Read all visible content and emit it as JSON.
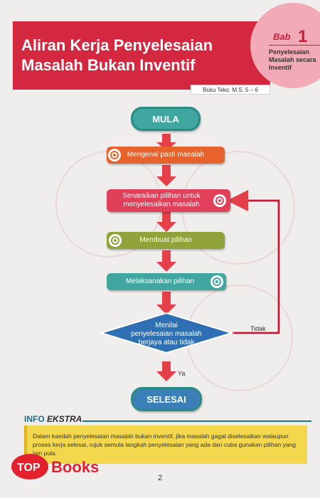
{
  "header": {
    "title_line1": "Aliran Kerja Penyelesaian",
    "title_line2": "Masalah Bukan Inventif",
    "bab_label": "Bab",
    "bab_number": "1",
    "bab_subtitle_line1": "Penyelesaian",
    "bab_subtitle_line2": "Masalah secara",
    "bab_subtitle_line3": "Inventif",
    "book_ref": "Buku Teks: M.S. 5 – 6"
  },
  "flow": {
    "start": "MULA",
    "steps": [
      "Mengenal pasti masalah",
      "Senaraikan pilihan untuk",
      "menyelesaikan masalah",
      "Membuat pilihan",
      "Melaksanakan pilihan"
    ],
    "decision_line1": "Menilai",
    "decision_line2": "penyelesaian masalah",
    "decision_line3": "berjaya atau tidak",
    "no_label": "Tidak",
    "yes_label": "Ya",
    "end": "SELESAI"
  },
  "info": {
    "title_info": "INFO",
    "title_ekstra": "EKSTRA",
    "text": "Dalam kaedah penyelesaian masalah bukan inventif, jika masalah gagal diselesaikan walaupun proses kerja selesai, rujuk semula langkah penyelesaian yang ada dan cuba gunakan pilihan yang lain pula."
  },
  "logo_text": "TOPBooks",
  "page_number": "2",
  "colors": {
    "header_red": "#d3283f",
    "teal": "#2a8b86",
    "orange": "#e8632b",
    "pink_red": "#e0405a",
    "olive": "#8fa33a",
    "teal_light": "#3fa6a0",
    "decision_blue": "#2f6fb3",
    "arrow_red": "#e3404a",
    "info_yellow": "#f3d84d"
  }
}
